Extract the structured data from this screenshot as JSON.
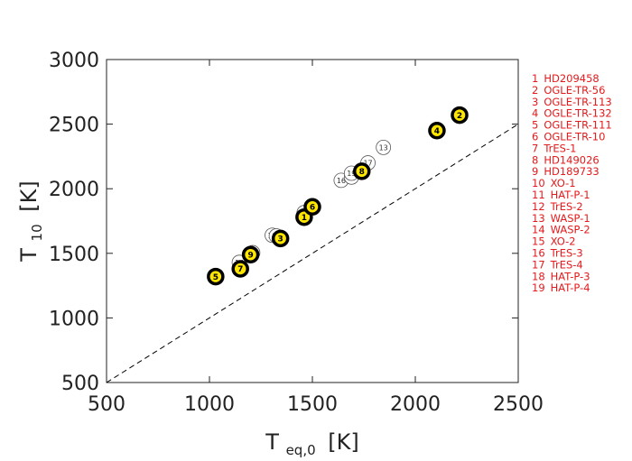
{
  "chart_data": {
    "type": "scatter",
    "xlabel": {
      "main": "T",
      "sub": "eq,0",
      "unit": "[K]"
    },
    "ylabel": {
      "main": "T",
      "sub": "10",
      "unit": "[K]"
    },
    "xlim": [
      500,
      2500
    ],
    "ylim": [
      500,
      3000
    ],
    "xticks": [
      500,
      1000,
      1500,
      2000,
      2500
    ],
    "yticks": [
      500,
      1000,
      1500,
      2000,
      2500,
      3000
    ],
    "reference_line": {
      "style": "dashed",
      "slope": 1,
      "intercept": 0
    },
    "colors": {
      "filled": "#ffe600",
      "outline": "#000000",
      "legend": "#e41a1c",
      "open": "#555555"
    },
    "points": [
      {
        "id": "1",
        "name": "HD209458",
        "x": 1460,
        "y": 1780,
        "style": "filled"
      },
      {
        "id": "2",
        "name": "OGLE-TR-56",
        "x": 2215,
        "y": 2570,
        "style": "filled"
      },
      {
        "id": "3",
        "name": "OGLE-TR-113",
        "x": 1345,
        "y": 1615,
        "style": "filled"
      },
      {
        "id": "4",
        "name": "OGLE-TR-132",
        "x": 2105,
        "y": 2450,
        "style": "filled"
      },
      {
        "id": "5",
        "name": "OGLE-TR-111",
        "x": 1030,
        "y": 1320,
        "style": "filled"
      },
      {
        "id": "6",
        "name": "OGLE-TR-10",
        "x": 1500,
        "y": 1860,
        "style": "filled"
      },
      {
        "id": "7",
        "name": "TrES-1",
        "x": 1150,
        "y": 1380,
        "style": "filled"
      },
      {
        "id": "8",
        "name": "HD149026",
        "x": 1740,
        "y": 2135,
        "style": "filled"
      },
      {
        "id": "9",
        "name": "HD189733",
        "x": 1200,
        "y": 1490,
        "style": "filled"
      },
      {
        "id": "10",
        "name": "XO-1",
        "x": 1210,
        "y": 1505,
        "style": "open"
      },
      {
        "id": "11",
        "name": "HAT-P-1",
        "x": 1305,
        "y": 1640,
        "style": "open"
      },
      {
        "id": "12",
        "name": "TrES-2",
        "x": 1460,
        "y": 1815,
        "style": "open"
      },
      {
        "id": "13",
        "name": "WASP-1",
        "x": 1845,
        "y": 2320,
        "style": "open"
      },
      {
        "id": "14",
        "name": "WASP-2",
        "x": 1145,
        "y": 1430,
        "style": "open"
      },
      {
        "id": "15",
        "name": "XO-2",
        "x": 1325,
        "y": 1635,
        "style": "open"
      },
      {
        "id": "16",
        "name": "TrES-3",
        "x": 1640,
        "y": 2065,
        "style": "open"
      },
      {
        "id": "17",
        "name": "TrES-4",
        "x": 1770,
        "y": 2200,
        "style": "open"
      },
      {
        "id": "18",
        "name": "HAT-P-3",
        "x": 1690,
        "y": 2090,
        "style": "open"
      },
      {
        "id": "19",
        "name": "HAT-P-4",
        "x": 1690,
        "y": 2120,
        "style": "open"
      }
    ]
  }
}
